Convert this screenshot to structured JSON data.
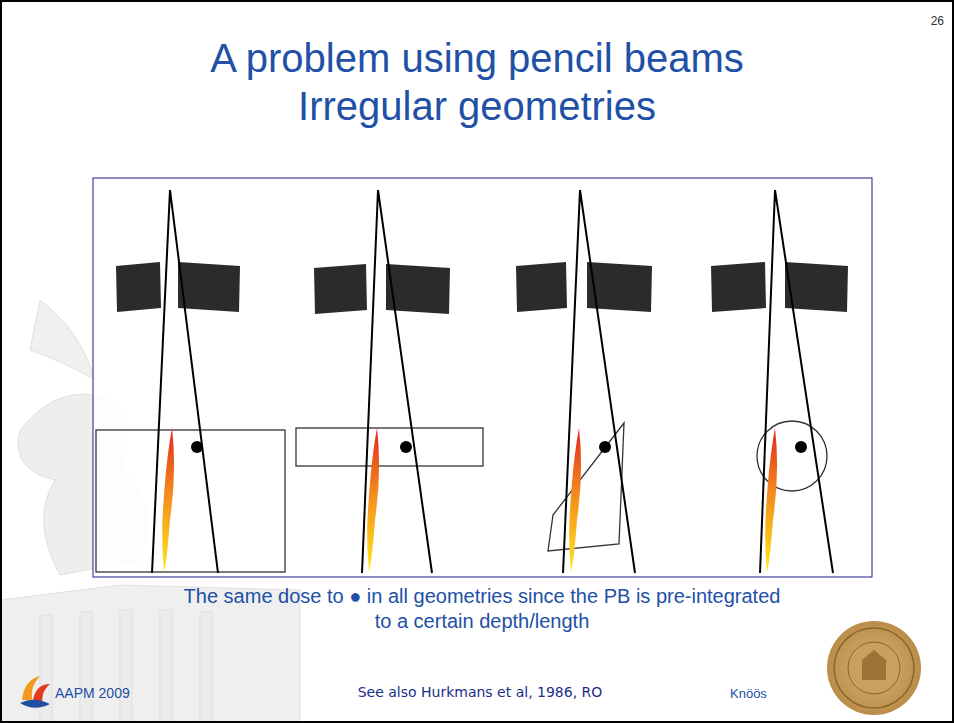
{
  "diagram": {
    "title": "A problem using pencil beams Irregular geometries",
    "caption": "The same dose to ● in all geometries since the PB is pre-integrated to a certain depth/length",
    "labels": [
      "26",
      "AAPM 2009",
      "See also Hurkmans et al, 1986, RO",
      "Knöös"
    ]
  }
}
